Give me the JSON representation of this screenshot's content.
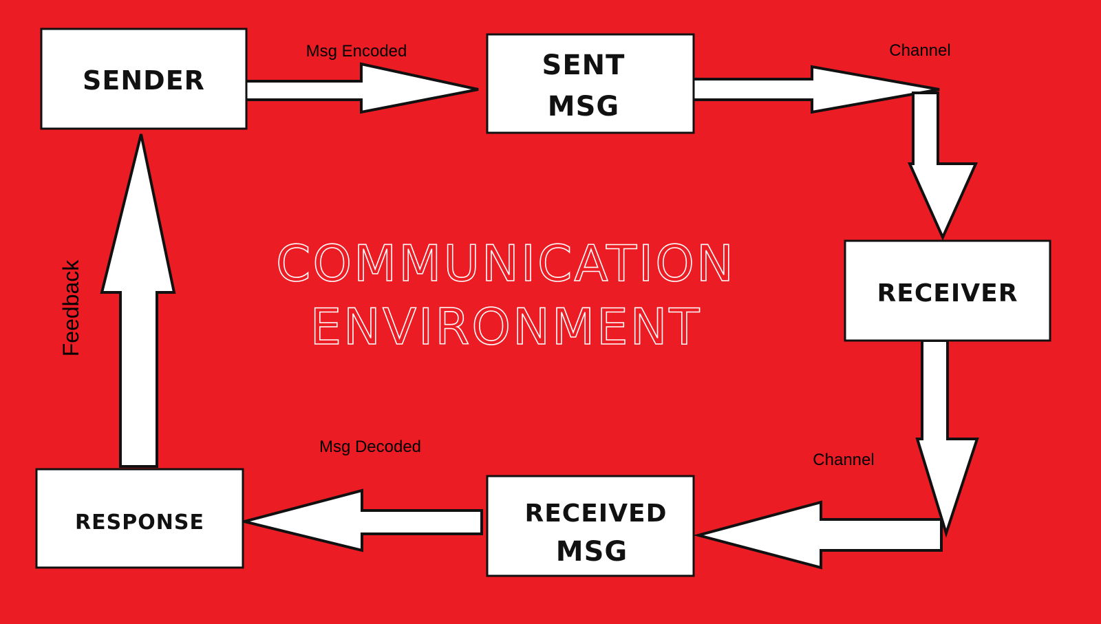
{
  "colors": {
    "background": "#ec1c24",
    "box_fill": "#ffffff",
    "outline": "#111111",
    "title_stroke": "#ffffff"
  },
  "nodes": {
    "sender": "SENDER",
    "sent_msg_line1": "SENT",
    "sent_msg_line2": "MSG",
    "receiver": "RECEIVER",
    "received_msg_line1": "RECEIVED",
    "received_msg_line2": "MSG",
    "response": "RESPONSE"
  },
  "edges": {
    "sender_to_sent": "Msg Encoded",
    "sent_to_receiver": "Channel",
    "receiver_to_received": "Channel",
    "received_to_response": "Msg Decoded",
    "response_to_sender": "Feedback"
  },
  "center": {
    "line1": "COMMUNICATION",
    "line2": "ENVIRONMENT"
  }
}
